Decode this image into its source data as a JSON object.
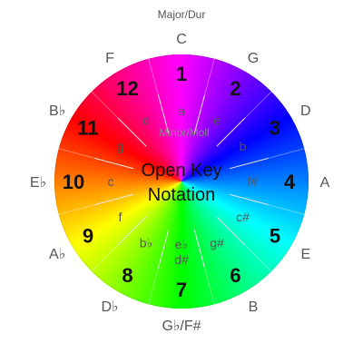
{
  "major_caption": "Major/Dur",
  "minor_caption": "Minor/Moll",
  "title_line1": "Open Key",
  "title_line2": "Notation",
  "segments": [
    {
      "number": "1",
      "major": "C",
      "minor": "a",
      "color": "#ff00ff"
    },
    {
      "number": "2",
      "major": "G",
      "minor": "e",
      "color": "#8000ff"
    },
    {
      "number": "3",
      "major": "D",
      "minor": "b",
      "color": "#0000ff"
    },
    {
      "number": "4",
      "major": "A",
      "minor": "f#",
      "color": "#0080ff"
    },
    {
      "number": "5",
      "major": "E",
      "minor": "c#",
      "color": "#00ffff"
    },
    {
      "number": "6",
      "major": "B",
      "minor": "g#",
      "color": "#00ff80"
    },
    {
      "number": "7",
      "major": "G♭/F#",
      "minor": "e♭|d#",
      "color": "#00ff00"
    },
    {
      "number": "8",
      "major": "D♭",
      "minor": "b♭",
      "color": "#80ff00"
    },
    {
      "number": "9",
      "major": "A♭",
      "minor": "f",
      "color": "#ffff00"
    },
    {
      "number": "10",
      "major": "E♭",
      "minor": "c",
      "color": "#ff8000"
    },
    {
      "number": "11",
      "major": "B♭",
      "minor": "g",
      "color": "#ff0000"
    },
    {
      "number": "12",
      "major": "F",
      "minor": "d",
      "color": "#ff0080"
    }
  ]
}
